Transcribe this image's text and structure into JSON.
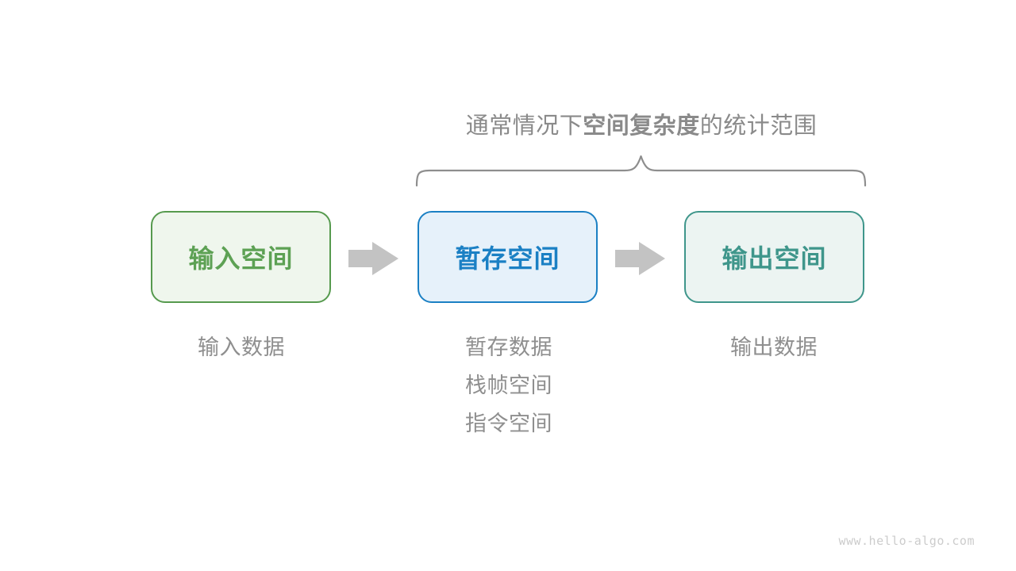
{
  "title": {
    "prefix": "通常情况下",
    "bold": "空间复杂度",
    "suffix": "的统计范围"
  },
  "boxes": [
    {
      "name": "input-space",
      "label": "输入空间",
      "text_color": "#5da154",
      "border_color": "#569a4e",
      "bg_color": "#eff6ed"
    },
    {
      "name": "temp-space",
      "label": "暂存空间",
      "text_color": "#1b80c4",
      "border_color": "#1b80c4",
      "bg_color": "#e6f1fa"
    },
    {
      "name": "output-space",
      "label": "输出空间",
      "text_color": "#3f968b",
      "border_color": "#3f968b",
      "bg_color": "#ecf4f2"
    }
  ],
  "notes": {
    "input": [
      "输入数据"
    ],
    "temp": [
      "暂存数据",
      "栈帧空间",
      "指令空间"
    ],
    "output": [
      "输出数据"
    ]
  },
  "colors": {
    "title_text": "#8a8a8a",
    "brace": "#8e8e8e",
    "arrow": "#c3c3c3",
    "note_text": "#8f8f8f",
    "watermark": "#cccccc"
  },
  "watermark": "www.hello-algo.com"
}
